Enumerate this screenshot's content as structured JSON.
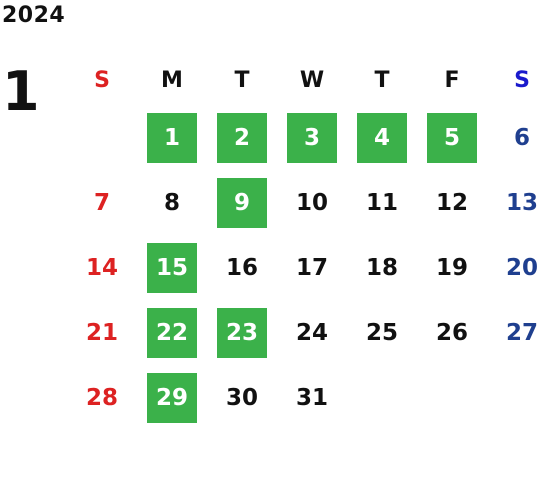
{
  "calendar": {
    "year": "2024",
    "month": "1",
    "weekdays": [
      "S",
      "M",
      "T",
      "W",
      "T",
      "F",
      "S"
    ],
    "first_weekday_index": 1,
    "days_in_month": 31,
    "highlighted_days": [
      1,
      2,
      3,
      4,
      5,
      9,
      15,
      22,
      23,
      29
    ],
    "colors": {
      "sunday": "#dd2222",
      "saturday_header": "#1a1acc",
      "saturday_date": "#1f3f8f",
      "weekday": "#111111",
      "highlight_bg": "#3bb14a",
      "highlight_text": "#ffffff"
    }
  }
}
